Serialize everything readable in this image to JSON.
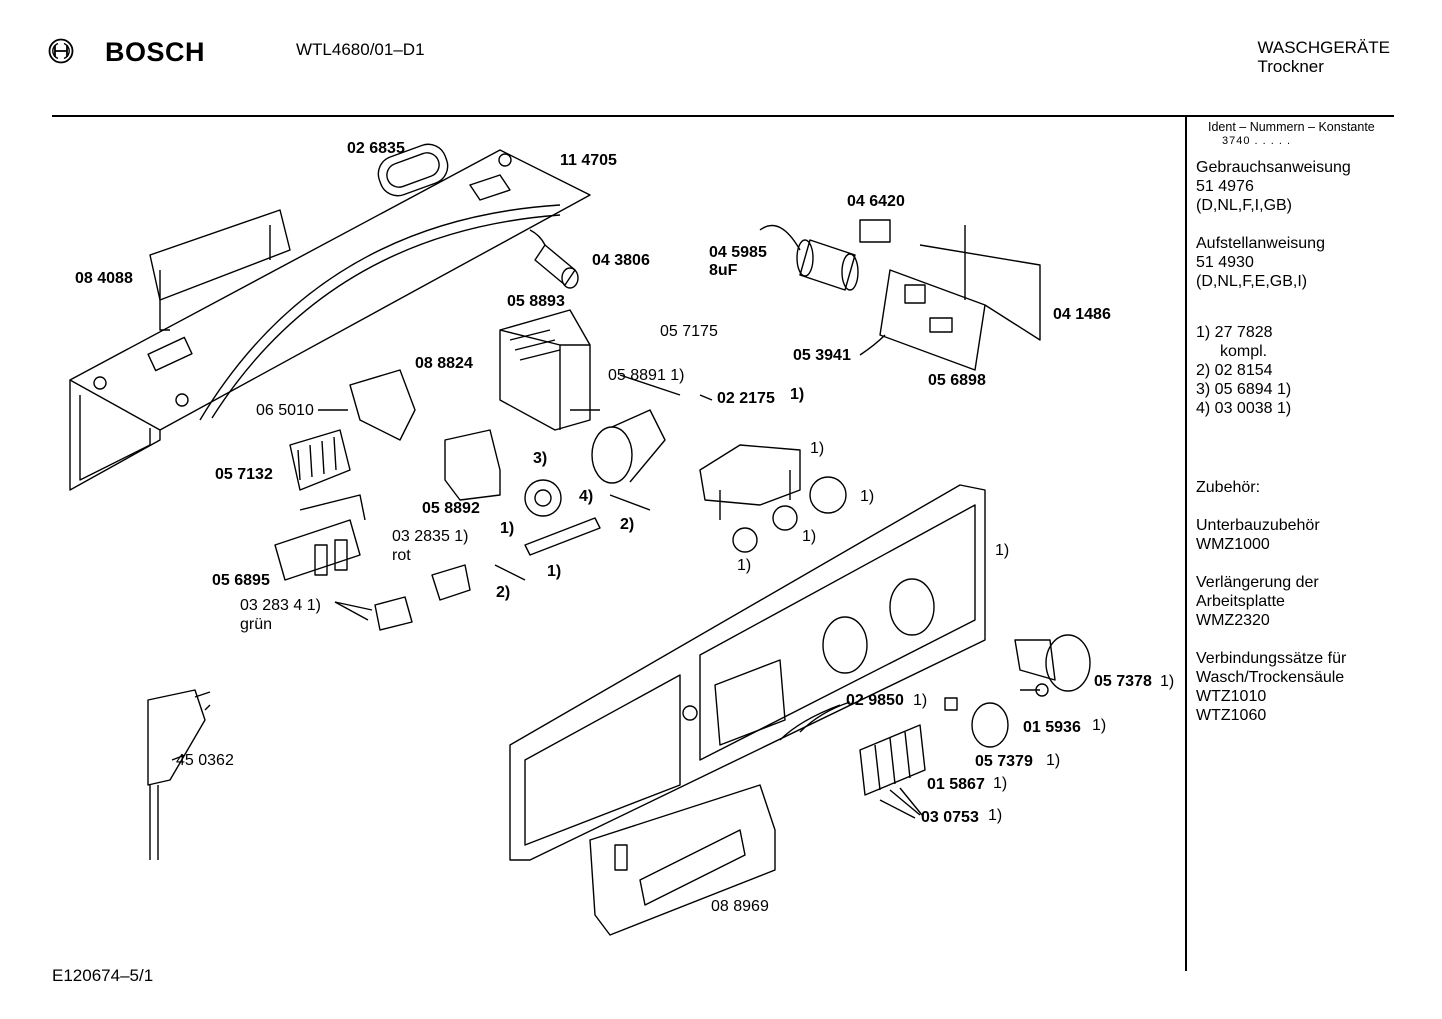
{
  "header": {
    "brand": "BOSCH",
    "model": "WTL4680/01–D1",
    "category_line1": "WASCHGERÄTE",
    "category_line2": "Trockner"
  },
  "sidebar": {
    "ident_title": "Ident – Nummern – Konstante",
    "ident_value": "3740 . . . . .",
    "gebrauch": [
      "Gebrauchsanweisung",
      "51 4976",
      "(D,NL,F,I,GB)"
    ],
    "aufstell": [
      "Aufstellanweisung",
      "51 4930",
      "(D,NL,F,E,GB,I)"
    ],
    "notes": [
      "1)  27 7828",
      "kompl.",
      "2)  02 8154",
      "3)  05 6894 1)",
      "4)  03 0038 1)"
    ],
    "zubehoer": "Zubehör:",
    "unterbau": [
      "Unterbauzubehör",
      "WMZ1000"
    ],
    "verlaengerung": [
      "Verlängerung der",
      "Arbeitsplatte",
      "WMZ2320"
    ],
    "verbindung": [
      "Verbindungssätze für",
      "Wasch/Trockensäule",
      "WTZ1010",
      "WTZ1060"
    ]
  },
  "footer": {
    "doc_code": "E120674–5/1"
  },
  "parts": [
    {
      "label": "02 6835",
      "bold": true
    },
    {
      "label": "11 4705",
      "bold": true
    },
    {
      "label": "08 4088",
      "bold": true
    },
    {
      "label": "04 3806",
      "bold": true
    },
    {
      "label": "04 6420",
      "bold": true
    },
    {
      "label": "04 5985",
      "bold": true
    },
    {
      "label": "8uF",
      "bold": true
    },
    {
      "label": "04 1486",
      "bold": true
    },
    {
      "label": "05 8893",
      "bold": true
    },
    {
      "label": "05 7175",
      "bold": false
    },
    {
      "label": "05 3941",
      "bold": true
    },
    {
      "label": "05 6898",
      "bold": true
    },
    {
      "label": "08 8824",
      "bold": true
    },
    {
      "label": "05 8891 1)",
      "bold": false
    },
    {
      "label": "02 2175",
      "bold": true
    },
    {
      "label": "1)",
      "bold": true
    },
    {
      "label": "06 5010",
      "bold": false
    },
    {
      "label": "05 7132",
      "bold": true
    },
    {
      "label": "3)",
      "bold": true
    },
    {
      "label": "4)",
      "bold": true
    },
    {
      "label": "05 8892",
      "bold": true
    },
    {
      "label": "1)",
      "bold": true
    },
    {
      "label": "2)",
      "bold": true
    },
    {
      "label": "1)",
      "bold": false
    },
    {
      "label": "1)",
      "bold": false
    },
    {
      "label": "1)",
      "bold": false
    },
    {
      "label": "1)",
      "bold": false
    },
    {
      "label": "1)",
      "bold": false
    },
    {
      "label": "03 2835 1)",
      "bold": false
    },
    {
      "label": "rot",
      "bold": false
    },
    {
      "label": "05 6895",
      "bold": true
    },
    {
      "label": "1)",
      "bold": true
    },
    {
      "label": "2)",
      "bold": true
    },
    {
      "label": "03 283 4 1)",
      "bold": false
    },
    {
      "label": "grün",
      "bold": false
    },
    {
      "label": "05 7378",
      "bold": true
    },
    {
      "label": "1)",
      "bold": false
    },
    {
      "label": "02 9850",
      "bold": true
    },
    {
      "label": "1)",
      "bold": false
    },
    {
      "label": "01 5936",
      "bold": true
    },
    {
      "label": "1)",
      "bold": false
    },
    {
      "label": "05 7379",
      "bold": true
    },
    {
      "label": "1)",
      "bold": false
    },
    {
      "label": "01 5867",
      "bold": true
    },
    {
      "label": "1)",
      "bold": false
    },
    {
      "label": "03 0753",
      "bold": true
    },
    {
      "label": "1)",
      "bold": false
    },
    {
      "label": "45 0362",
      "bold": false
    },
    {
      "label": "08 8969",
      "bold": false
    }
  ]
}
